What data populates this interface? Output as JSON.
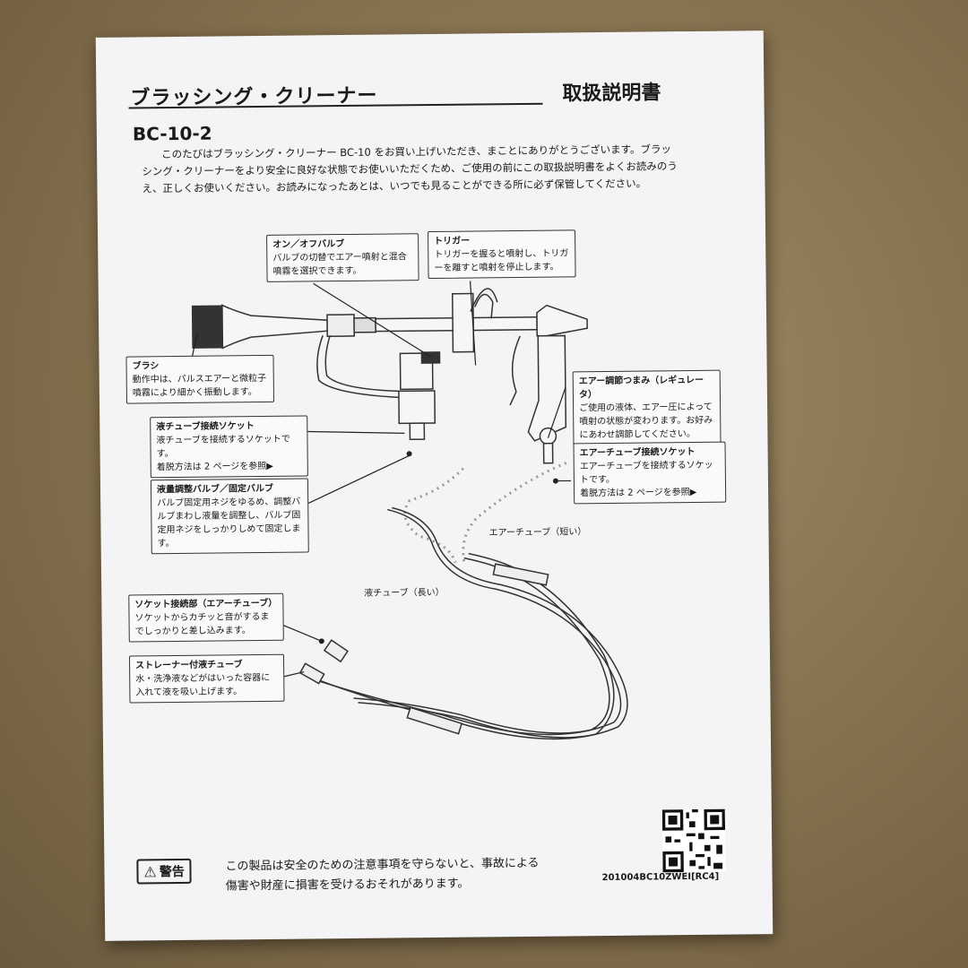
{
  "document": {
    "title": "ブラッシング・クリーナー",
    "manual_title": "取扱説明書",
    "model": "BC-10-2",
    "intro": "このたびはブラッシング・クリーナー BC-10 をお買い上げいただき、まことにありがとうございます。ブラッシング・クリーナーをより安全に良好な状態でお使いいただくため、ご使用の前にこの取扱説明書をよくお読みのうえ、正しくお使いください。お読みになったあとは、いつでも見ることができる所に必ず保管してください。"
  },
  "callouts": {
    "onoff_valve": {
      "title": "オン／オフバルブ",
      "body": "バルブの切替でエアー噴射と混合噴霧を選択できます。"
    },
    "trigger": {
      "title": "トリガー",
      "body": "トリガーを握ると噴射し、トリガーを離すと噴射を停止します。"
    },
    "brush": {
      "title": "ブラシ",
      "body": "動作中は、パルスエアーと微粒子噴霧により細かく振動します。"
    },
    "regulator": {
      "title": "エアー調節つまみ（レギュレータ）",
      "body": "ご使用の液体、エアー圧によって噴射の状態が変わります。お好みにあわせ調節してください。"
    },
    "liquid_socket": {
      "title": "液チューブ接続ソケット",
      "body": "液チューブを接続するソケットです。",
      "ref": "着脱方法は 2 ページを参照▶"
    },
    "air_socket": {
      "title": "エアーチューブ接続ソケット",
      "body": "エアーチューブを接続するソケットです。",
      "ref": "着脱方法は 2 ページを参照▶"
    },
    "flow_valve": {
      "title": "液量調整バルブ／固定バルブ",
      "body": "バルブ固定用ネジをゆるめ、調整バルブまわし液量を調整し、バルブ固定用ネジをしっかりしめて固定します。"
    },
    "socket_joint": {
      "title": "ソケット接続部（エアーチューブ）",
      "body": "ソケットからカチッと音がするまでしっかりと差し込みます。"
    },
    "strainer": {
      "title": "ストレーナー付液チューブ",
      "body": "水・洗浄液などがはいった容器に入れて液を吸い上げます。"
    }
  },
  "labels": {
    "air_tube_short": "エアーチューブ（短い）",
    "liquid_tube_long": "液チューブ（長い）"
  },
  "footer": {
    "warning_label": "警告",
    "warning_text": "この製品は安全のための注意事項を守らないと、事故による傷害や財産に損害を受けるおそれがあります。",
    "doc_code": "201004BC10ZWEI[RC4]"
  }
}
